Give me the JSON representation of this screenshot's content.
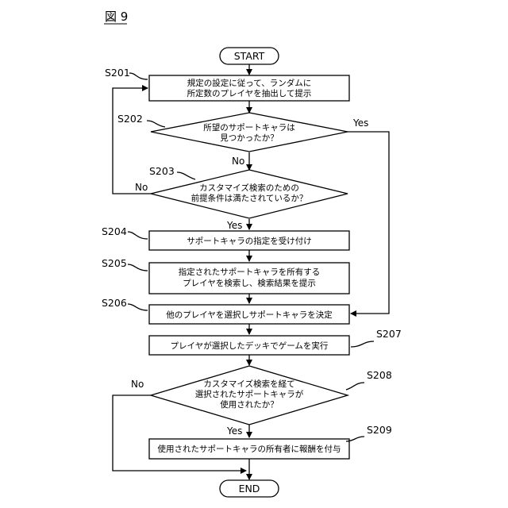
{
  "figure_label": "図 9",
  "start": "START",
  "end": "END",
  "steps": {
    "s201": {
      "id": "S201",
      "lines": [
        "規定の設定に従って、ランダムに",
        "所定数のプレイヤを抽出して提示"
      ]
    },
    "s202": {
      "id": "S202",
      "lines": [
        "所望のサポートキャラは",
        "見つかったか？"
      ]
    },
    "s203": {
      "id": "S203",
      "lines": [
        "カスタマイズ検索のための",
        "前提条件は満たされているか？"
      ]
    },
    "s204": {
      "id": "S204",
      "lines": [
        "サポートキャラの指定を受け付け"
      ]
    },
    "s205": {
      "id": "S205",
      "lines": [
        "指定されたサポートキャラを所有する",
        "プレイヤを検索し、検索結果を提示"
      ]
    },
    "s206": {
      "id": "S206",
      "lines": [
        "他のプレイヤを選択しサポートキャラを決定"
      ]
    },
    "s207": {
      "id": "S207",
      "lines": [
        "プレイヤが選択したデッキでゲームを実行"
      ]
    },
    "s208": {
      "id": "S208",
      "lines": [
        "カスタマイズ検索を経て",
        "選択されたサポートキャラが",
        "使用されたか？"
      ]
    },
    "s209": {
      "id": "S209",
      "lines": [
        "使用されたサポートキャラの所有者に報酬を付与"
      ]
    }
  },
  "branch_labels": {
    "s202_yes": "Yes",
    "s202_no": "No",
    "s203_no": "No",
    "s203_yes": "Yes",
    "s208_no": "No",
    "s208_yes": "Yes"
  }
}
